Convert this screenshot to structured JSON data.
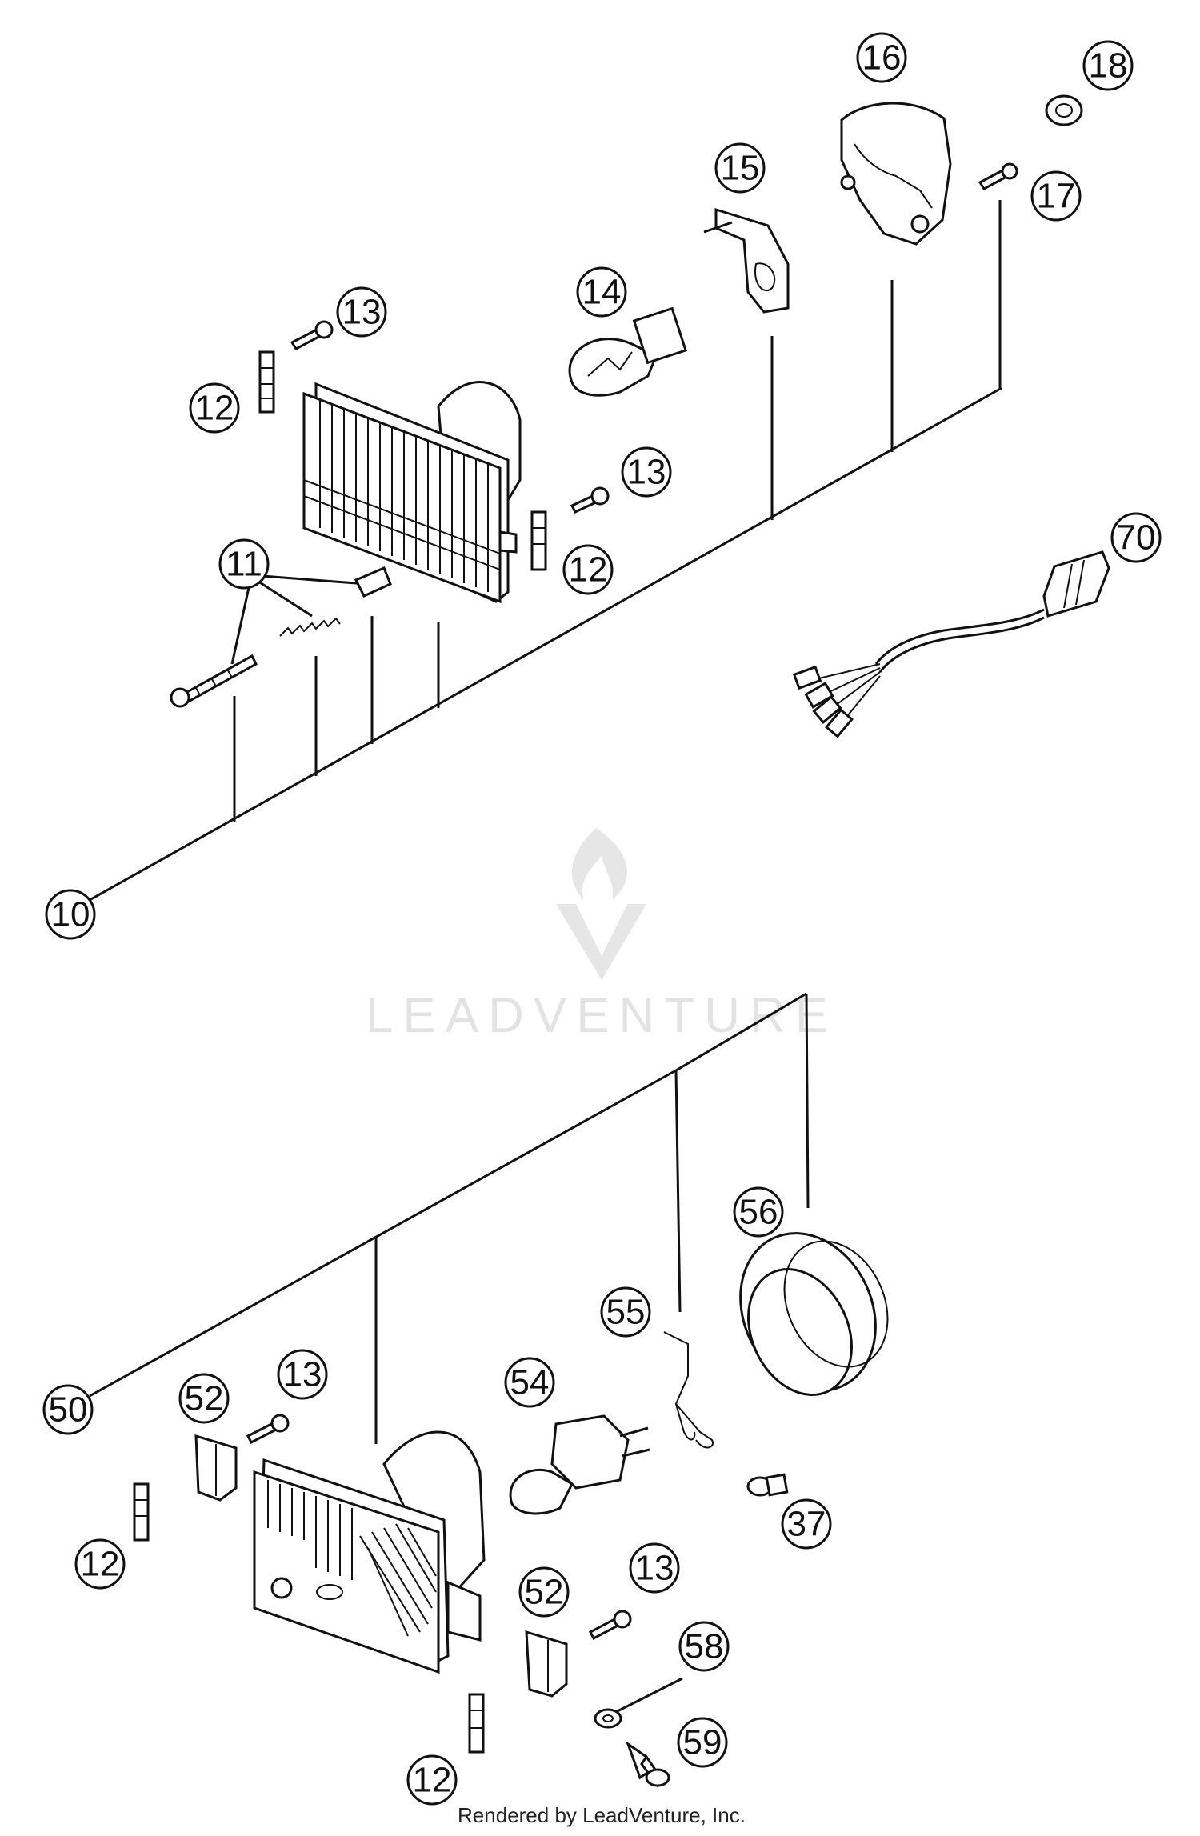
{
  "watermark": {
    "text": "LEADVENTURE",
    "color": "#e3e3e3"
  },
  "footer": {
    "text": "Rendered by LeadVenture, Inc."
  },
  "callouts": [
    {
      "id": "10"
    },
    {
      "id": "11"
    },
    {
      "id": "12"
    },
    {
      "id": "13"
    },
    {
      "id": "12"
    },
    {
      "id": "13"
    },
    {
      "id": "14"
    },
    {
      "id": "15"
    },
    {
      "id": "16"
    },
    {
      "id": "17"
    },
    {
      "id": "18"
    },
    {
      "id": "70"
    },
    {
      "id": "50"
    },
    {
      "id": "52"
    },
    {
      "id": "13"
    },
    {
      "id": "12"
    },
    {
      "id": "54"
    },
    {
      "id": "55"
    },
    {
      "id": "56"
    },
    {
      "id": "37"
    },
    {
      "id": "13"
    },
    {
      "id": "52"
    },
    {
      "id": "58"
    },
    {
      "id": "59"
    },
    {
      "id": "12"
    }
  ]
}
